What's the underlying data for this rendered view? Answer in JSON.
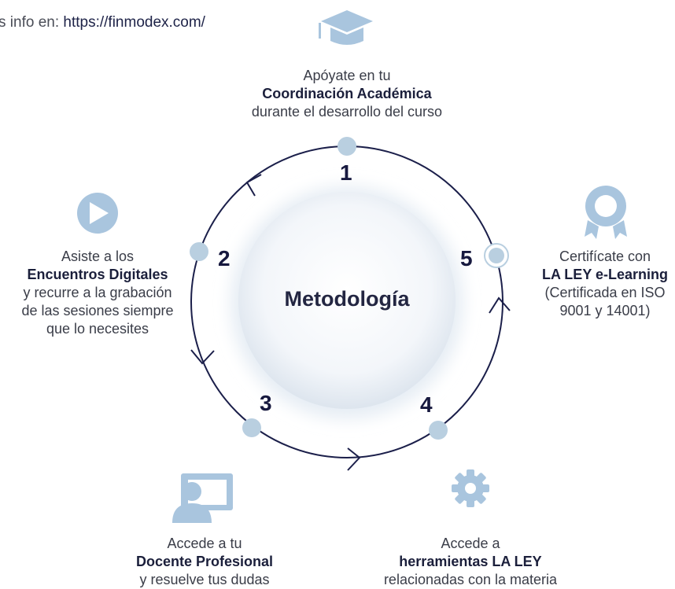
{
  "header": {
    "prefix": "s info en: ",
    "url": "https://finmodex.com/"
  },
  "center_title": "Metodología",
  "steps": [
    {
      "number": "1",
      "line1": "Apóyate en tu",
      "bold": "Coordinación Académica",
      "line3": "durante el desarrollo del curso",
      "icon": "graduation-cap-icon"
    },
    {
      "number": "2",
      "line1": "Asiste a los",
      "bold": "Encuentros Digitales",
      "line3": "y recurre a la grabación",
      "line4": "de las sesiones siempre",
      "line5": "que lo necesites",
      "icon": "play-icon"
    },
    {
      "number": "3",
      "line1": "Accede a tu",
      "bold": "Docente Profesional",
      "line3": "y resuelve tus dudas",
      "icon": "teacher-board-icon"
    },
    {
      "number": "4",
      "line1": "Accede a",
      "bold": "herramientas LA LEY",
      "line3": "relacionadas con la materia",
      "icon": "gear-icon"
    },
    {
      "number": "5",
      "line1": "Certifícate con",
      "bold": "LA LEY e-Learning",
      "line3": "(Certificada en ISO",
      "line4": "9001 y 14001)",
      "icon": "award-badge-icon"
    }
  ],
  "colors": {
    "ring": "#1b1f4a",
    "node": "#b9cfe0",
    "icon": "#a9c5de"
  }
}
